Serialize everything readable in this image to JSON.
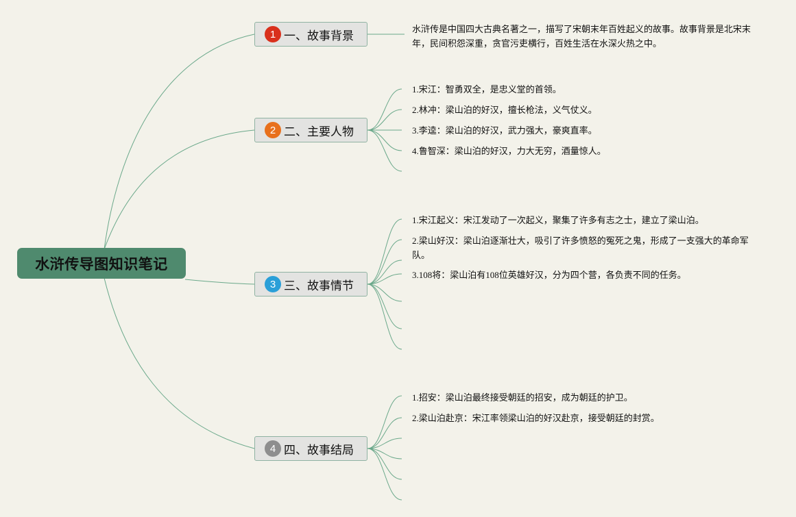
{
  "central": {
    "title": "水浒传导图知识笔记"
  },
  "colors": {
    "link": "#6aa88a",
    "central_fill": "#4f8a6e",
    "topic_fill": "#e3e3e1",
    "topic_border": "#8fb2a2",
    "background": "#f3f2ea"
  },
  "topics": [
    {
      "label": "一、故事背景",
      "badge": "1",
      "badge_color": "#d9301c",
      "notes": [
        "水浒传是中国四大古典名著之一，描写了宋朝末年百姓起义的故事。故事背景是北宋末年，民间积怨深重，贪官污吏横行，百姓生活在水深火热之中。"
      ]
    },
    {
      "label": "二、主要人物",
      "badge": "2",
      "badge_color": "#e8701c",
      "notes": [
        "1.宋江：智勇双全，是忠义堂的首领。",
        "2.林冲：梁山泊的好汉，擅长枪法，义气仗义。",
        "3.李逵：梁山泊的好汉，武力强大，豪爽直率。",
        "4.鲁智深：梁山泊的好汉，力大无穷，酒量惊人。",
        ""
      ]
    },
    {
      "label": "三、故事情节",
      "badge": "3",
      "badge_color": "#2a9fd8",
      "notes": [
        "1.宋江起义：宋江发动了一次起义，聚集了许多有志之士，建立了梁山泊。",
        "2.梁山好汉：梁山泊逐渐壮大，吸引了许多愤怒的冤死之鬼，形成了一支强大的革命军队。",
        "3.108将：梁山泊有108位英雄好汉，分为四个营，各负责不同的任务。",
        "",
        "",
        "",
        ""
      ]
    },
    {
      "label": "四、故事结局",
      "badge": "4",
      "badge_color": "#8e8e8e",
      "notes": [
        "1.招安：梁山泊最终接受朝廷的招安，成为朝廷的护卫。",
        "2.梁山泊赴京：宋江率领梁山泊的好汉赴京，接受朝廷的封赏。",
        "",
        "",
        "",
        ""
      ]
    }
  ]
}
